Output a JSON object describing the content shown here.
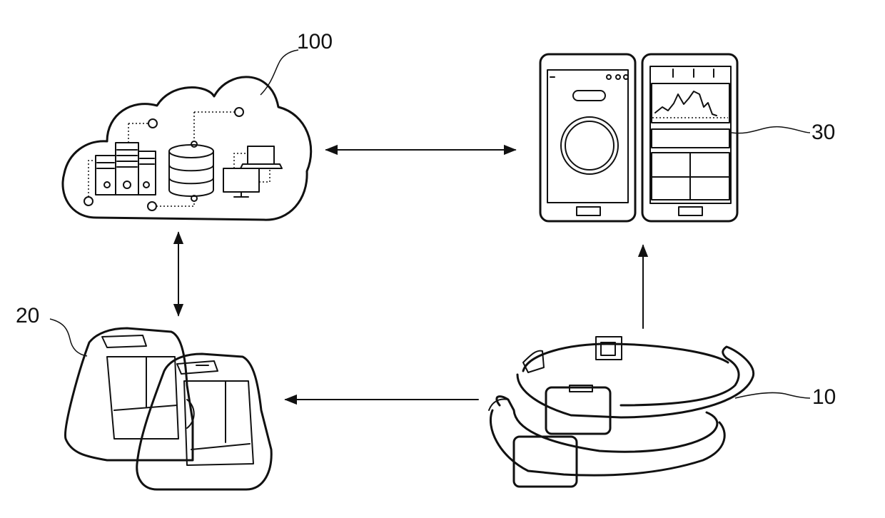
{
  "references": {
    "cloud": "100",
    "smartphones": "30",
    "charging_cradles": "20",
    "headbands": "10"
  },
  "icons": {
    "cloud": "cloud-server-icon",
    "phones": "smartphone-icon",
    "cradles": "charging-cradle-icon",
    "bands": "headband-device-icon"
  },
  "colors": {
    "line": "#111111",
    "background": "#ffffff"
  }
}
